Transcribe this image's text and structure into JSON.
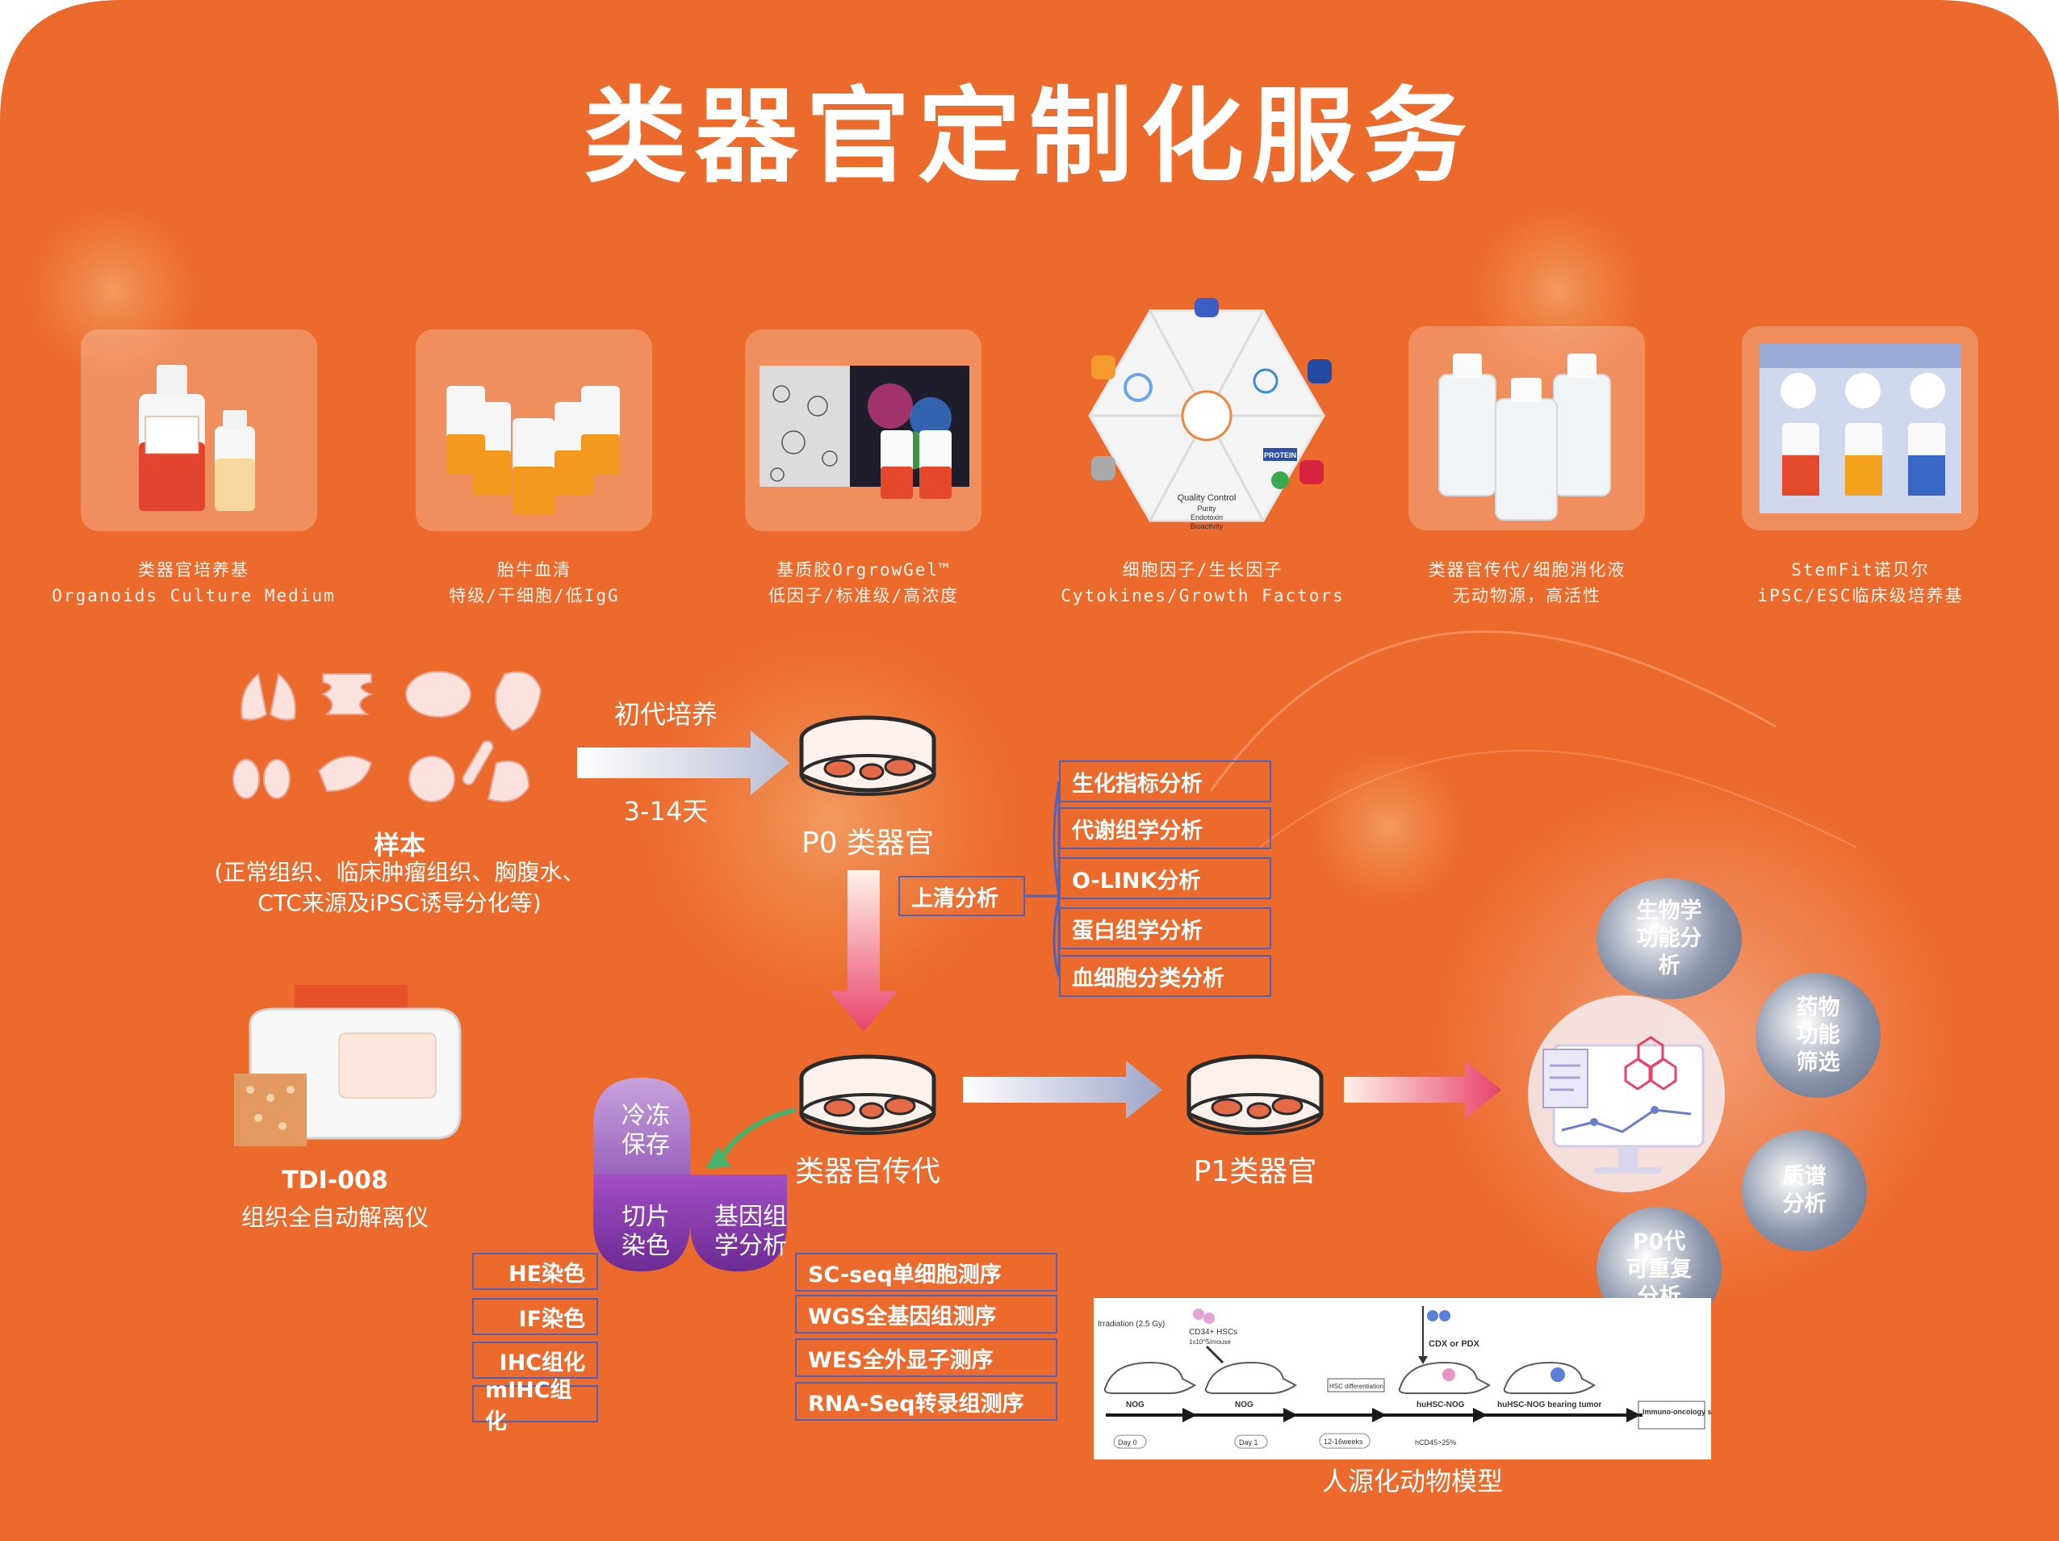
{
  "title": "类器官定制化服务",
  "products": [
    {
      "line1": "类器官培养基",
      "line2": "Organoids Culture Medium"
    },
    {
      "line1": "胎牛血清",
      "line2": "特级/干细胞/低IgG"
    },
    {
      "line1": "基质胶OrgrowGel™",
      "line2": "低因子/标准级/高浓度"
    },
    {
      "line1": "细胞因子/生长因子",
      "line2": "Cytokines/Growth Factors"
    },
    {
      "line1": "类器官传代/细胞消化液",
      "line2": "无动物源，高活性"
    },
    {
      "line1": "StemFit诺贝尔",
      "line2": "iPSC/ESC临床级培养基"
    }
  ],
  "cytokine_hex": {
    "center_lines": [
      "Quality Control",
      "Purity",
      "Endotoxin",
      "Bioactivity"
    ],
    "protein_tag": "PROTEIN"
  },
  "sample": {
    "title": "样本",
    "desc_line1": "(正常组织、临床肿瘤组织、胸腹水、",
    "desc_line2": "CTC来源及iPSC诱导分化等)"
  },
  "arrow_culture": {
    "top": "初代培养",
    "bottom": "3-14天"
  },
  "p0_label": "P0 类器官",
  "supernatant": {
    "label": "上清分析",
    "items": [
      "生化指标分析",
      "代谢组学分析",
      "O-LINK分析",
      "蛋白组学分析",
      "血细胞分类分析"
    ]
  },
  "device": {
    "name": "TDI-008",
    "desc": "组织全自动解离仪"
  },
  "passage_label": "类器官传代",
  "p1_label": "P1类器官",
  "clover": {
    "freeze": [
      "冷冻",
      "保存"
    ],
    "slice": [
      "切片",
      "染色"
    ],
    "gene": [
      "基因组",
      "学分析"
    ]
  },
  "stain_items": [
    "HE染色",
    "IF染色",
    "IHC组化",
    "mIHC组化"
  ],
  "seq_items": [
    "SC-seq单细胞测序",
    "WGS全基因组测序",
    "WES全外显子测序",
    "RNA-Seq转录组测序"
  ],
  "analysis_circles": [
    {
      "lines": [
        "生物学",
        "功能分",
        "析"
      ]
    },
    {
      "lines": [
        "药物",
        "功能",
        "筛选"
      ]
    },
    {
      "lines": [
        "质谱",
        "分析"
      ]
    },
    {
      "lines": [
        "P0代",
        "可重复",
        "分析"
      ]
    }
  ],
  "animal_model": {
    "caption": "人源化动物模型",
    "labels": {
      "irradiation": "Irradiation (2.5 Gy)",
      "hsc": "CD34+ HSCs",
      "hsc_sub": "1x10^5/mouse",
      "hsc_diff": "HSC differentiation",
      "cdx": "CDX or PDX",
      "nog1": "NOG",
      "nog2": "NOG",
      "hunog": "huHSC-NOG",
      "tumor": "huHSC-NOG bearing tumor",
      "immuno": "Immuno-oncology study",
      "day0": "Day 0",
      "day1": "Day 1",
      "weeks": "12-16weeks",
      "hcd45": "hCD45>25%"
    }
  },
  "colors": {
    "background": "#ec6a2c",
    "box_border": "#4f63b8",
    "circle_fill": "#6e7fa0",
    "purple": "#8a3fb0",
    "pink_arrow": "#e8426b"
  }
}
